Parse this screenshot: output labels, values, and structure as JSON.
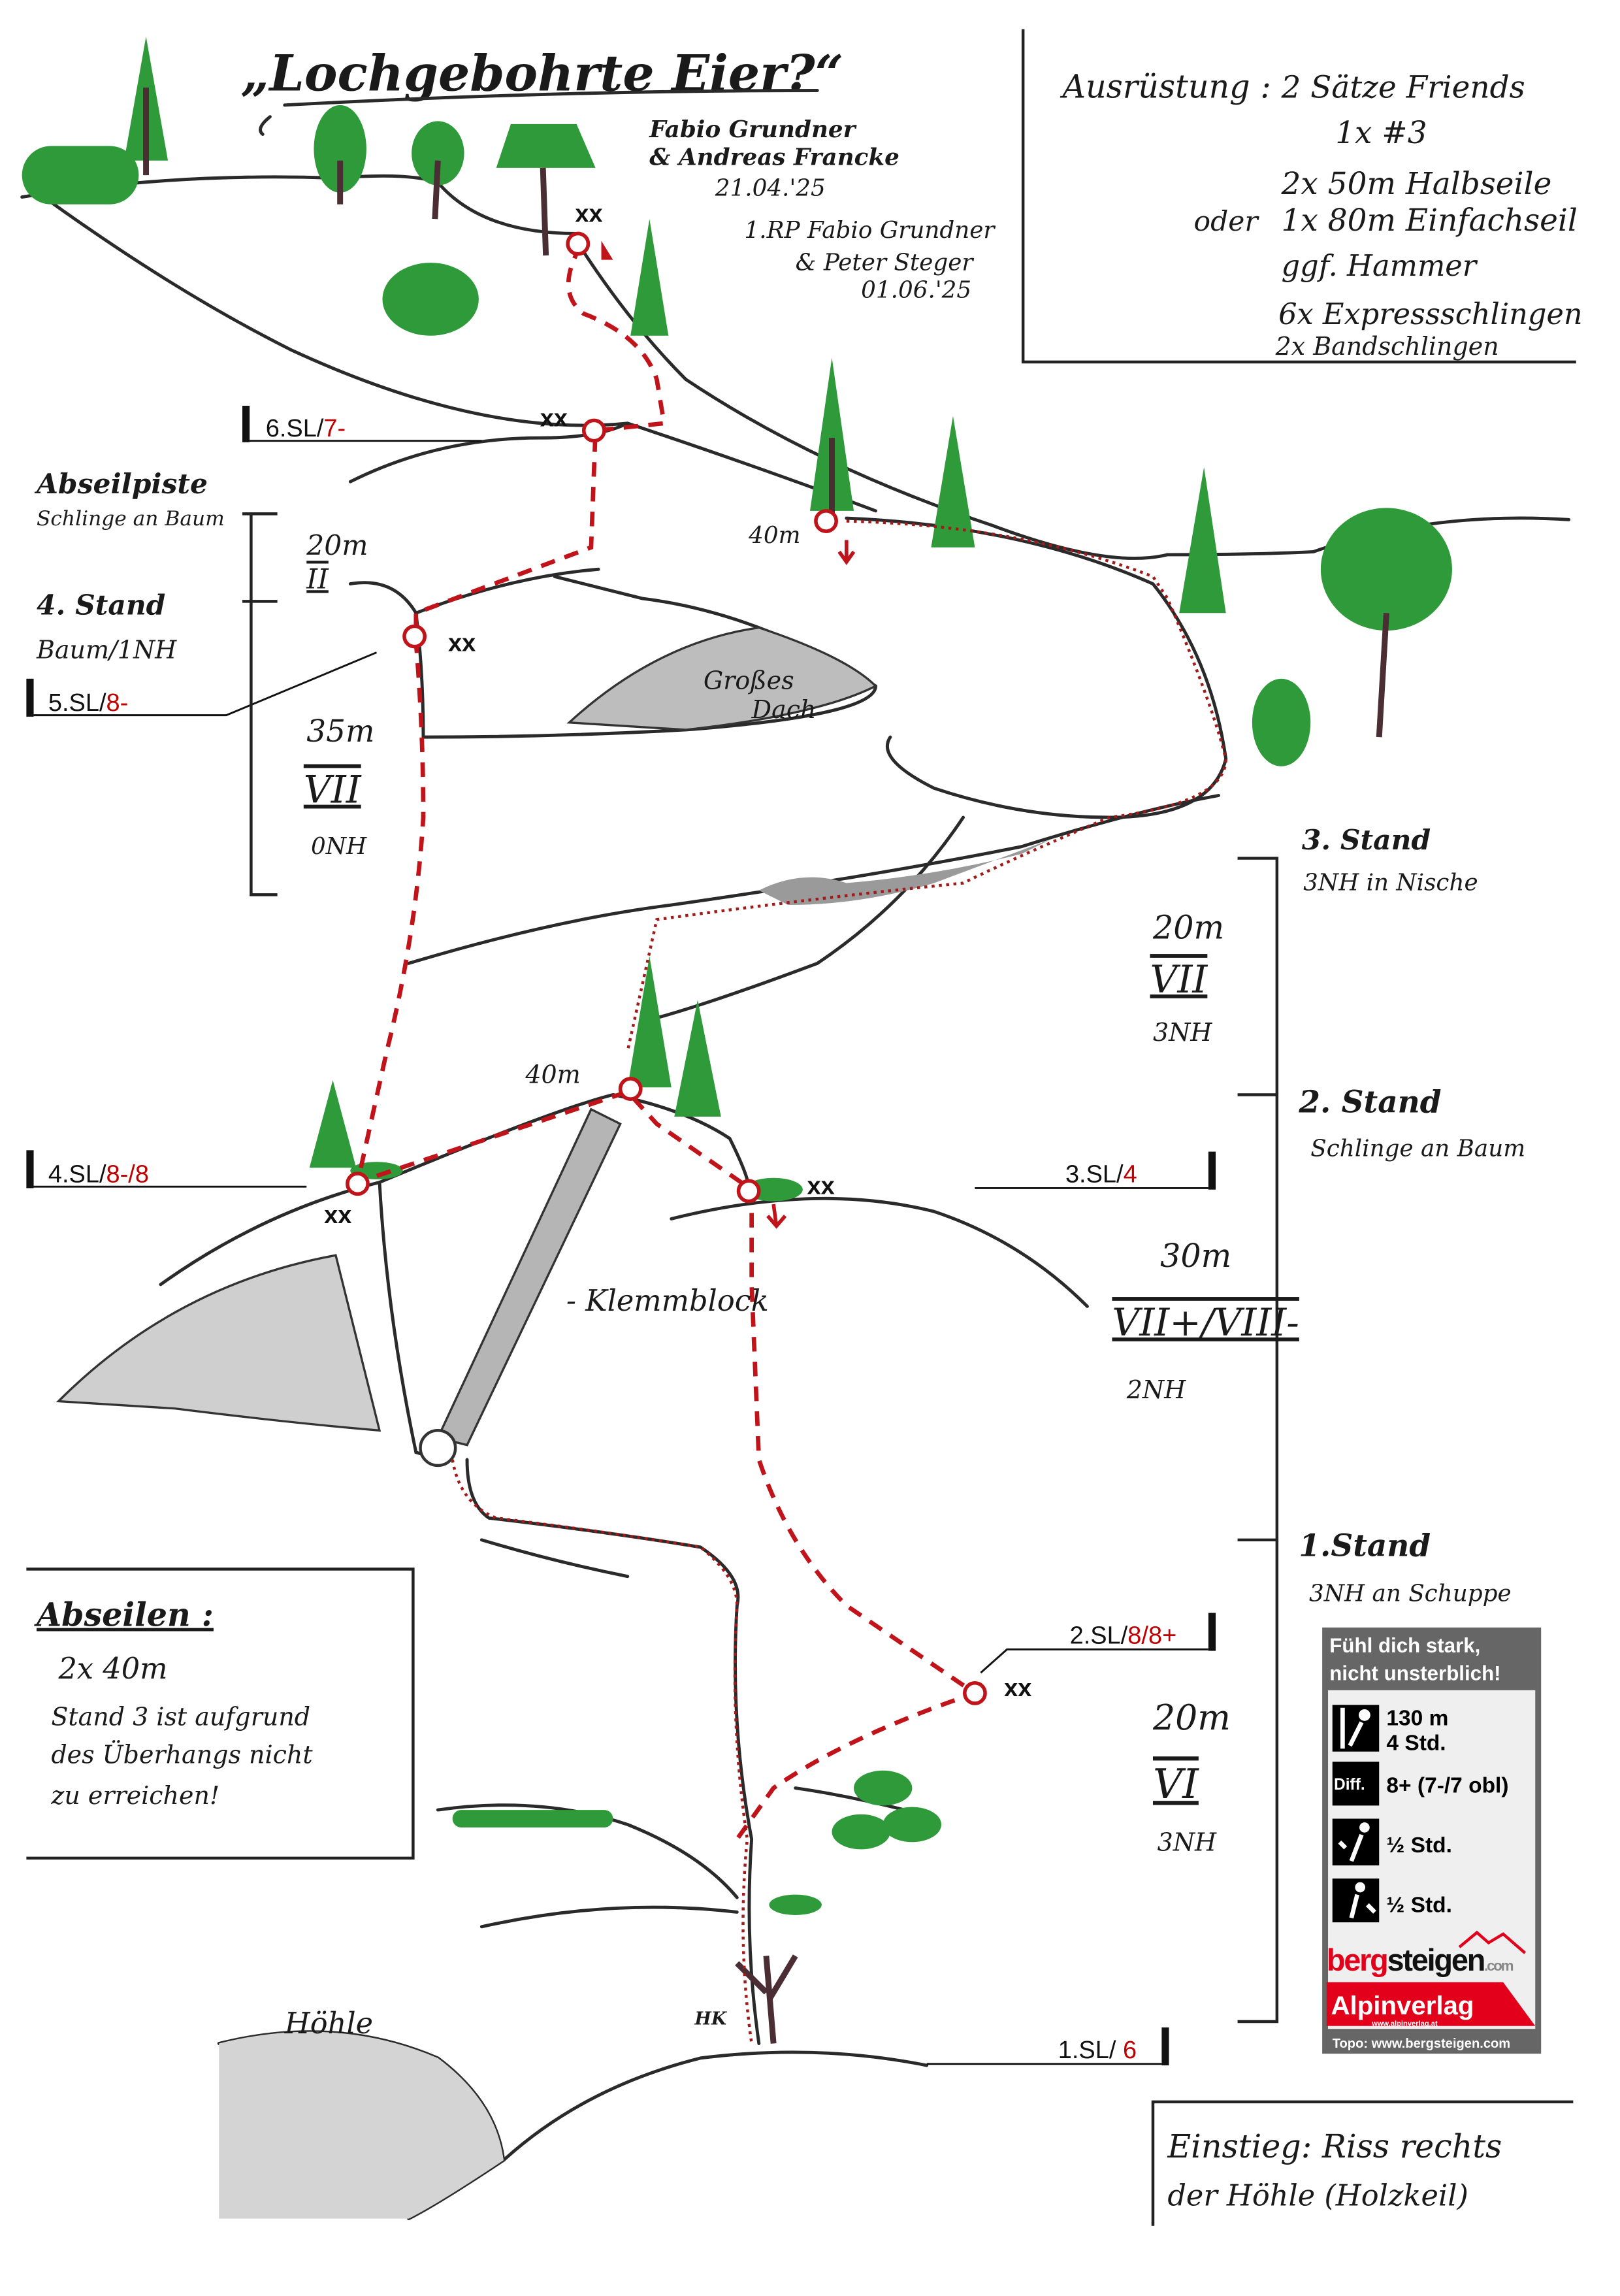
{
  "title": "„Lochgebohrte Eier?“",
  "first_ascent": {
    "climbers": [
      "Fabio Grundner",
      "& Andreas Francke"
    ],
    "date": "21.04.'25"
  },
  "first_redpoint": {
    "line1": "1.RP Fabio Grundner",
    "line2": "& Peter Steger",
    "date": "01.06.'25"
  },
  "equipment": {
    "heading": "Ausrüstung :",
    "items": [
      "2 Sätze Friends",
      "1x #3",
      "2x 50m Halbseile",
      "1x 80m Einfachseil",
      "ggf. Hammer",
      "6x Expressschlingen",
      "2x Bandschlingen"
    ],
    "or_label": "oder"
  },
  "pitches": [
    {
      "name": "1.SL/ ",
      "grade": "6"
    },
    {
      "name": "2.SL/",
      "grade": "8/8+"
    },
    {
      "name": "3.SL/",
      "grade": "4"
    },
    {
      "name": "4.SL/",
      "grade": "8-/8"
    },
    {
      "name": "5.SL/",
      "grade": "8-"
    },
    {
      "name": "6.SL/",
      "grade": "7-"
    }
  ],
  "left_notes": {
    "abseil_title": "Abseilpiste",
    "abseil_sub": "Schlinge an Baum",
    "p6_length": "20m",
    "p6_grade": "II",
    "stand4_title": "4. Stand",
    "stand4_sub": "Baum/1NH",
    "p5_length": "35m",
    "p5_grade": "VII",
    "p5_bolts": "0NH"
  },
  "right_notes": {
    "stand3_title": "3. Stand",
    "stand3_sub": "3NH in Nische",
    "p3_length": "20m",
    "p3_grade": "VII",
    "p3_bolts": "3NH",
    "stand2_title": "2. Stand",
    "stand2_sub": "Schlinge an Baum",
    "p2_length": "30m",
    "p2_grade": "VII+/VIII-",
    "p2_bolts": "2NH",
    "stand1_title": "1.Stand",
    "stand1_sub": "3NH an Schuppe",
    "p1_length": "20m",
    "p1_grade": "VI",
    "p1_bolts": "3NH"
  },
  "features": {
    "roof": [
      "Großes",
      "Dach"
    ],
    "rappel_40_top": "40m",
    "rappel_40_mid": "40m",
    "chockstone": "- Klemmblock",
    "cave": "Höhle",
    "wedge": "HK",
    "anchor_mark": "xx"
  },
  "abseil_box": {
    "title": "Abseilen :",
    "lines": [
      "2x 40m",
      "Stand 3 ist aufgrund",
      "des Überhangs nicht",
      "zu erreichen!"
    ]
  },
  "start_box": {
    "lines": [
      "Einstieg: Riss rechts",
      "der Höhle (Holzkeil)"
    ]
  },
  "info_card": {
    "slogan": [
      "Fühl dich stark,",
      "nicht unsterblich!"
    ],
    "length": "130 m",
    "time": "4 Std.",
    "diff_label": "Diff.",
    "difficulty": "8+ (7-/7 obl)",
    "approach": "½ Std.",
    "descent": "½ Std.",
    "brand_red": "berg",
    "brand_black": "steigen",
    "brand_suffix": ".com",
    "publisher": "Alpinverlag",
    "publisher_url": "www.alpinverlag.at",
    "credit": "Topo: www.bergsteigen.com",
    "colors": {
      "header": "#666666",
      "card": "#efefef",
      "red": "#e2001a"
    }
  }
}
